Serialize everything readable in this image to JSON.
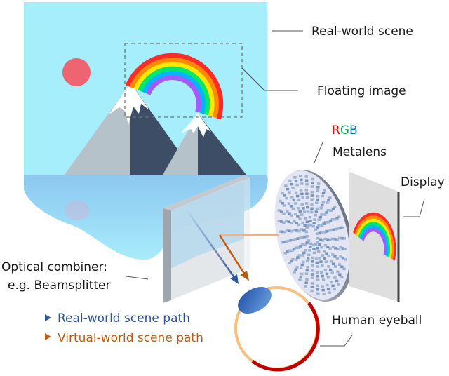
{
  "labels": {
    "real_world_scene": "Real-world scene",
    "floating_image": "Floating image",
    "rgb_r": "R",
    "rgb_g": "G",
    "rgb_b": "B",
    "metalens": "Metalens",
    "display": "Display",
    "optical_combiner_line1": "Optical combiner:",
    "optical_combiner_line2": "e.g. Beamsplitter",
    "human_eyeball": "Human eyeball"
  },
  "legend": {
    "real_path": "Real-world scene path",
    "virtual_path": "Virtual-world scene path"
  },
  "colors": {
    "sky": "#a6eefb",
    "water": "#8ccbf0",
    "sun": "#ee6470",
    "mountain_light": "#b5c2ca",
    "mountain_dark": "#3d4d65",
    "real_path": "#2f5597",
    "virtual_path": "#b85e12",
    "rgb_red": "#ff0000",
    "rgb_green": "#00b050",
    "rgb_blue": "#0070c0",
    "rainbow": [
      "#ff2a2a",
      "#ff8a00",
      "#ffe600",
      "#00e86a",
      "#00b4ff",
      "#a35bff"
    ]
  }
}
